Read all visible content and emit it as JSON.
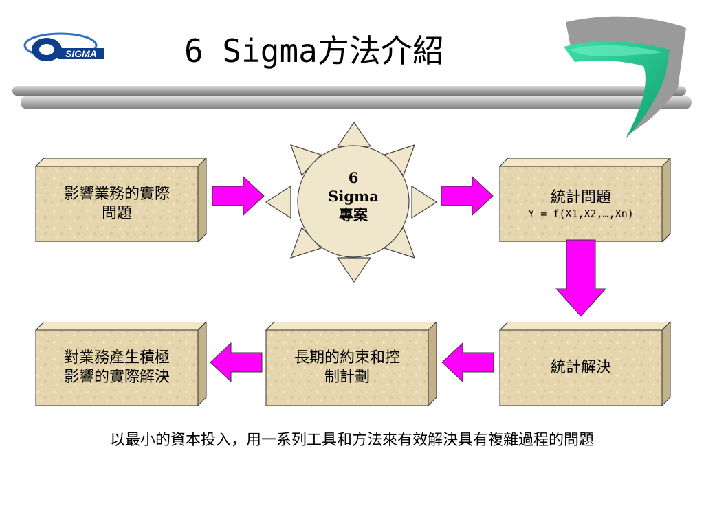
{
  "logo": {
    "text": "SIGMA"
  },
  "title": "6 Sigma方法介紹",
  "center": {
    "line1": "6",
    "line2": "Sigma",
    "line3": "專案"
  },
  "boxes": {
    "problem": {
      "line1": "影響業務的實際",
      "line2": "問題"
    },
    "stat_problem": {
      "line1": "統計問題",
      "formula": "Y = f(X1,X2,…,Xn)"
    },
    "stat_solution": {
      "line1": "統計解決"
    },
    "control": {
      "line1": "長期的約束和控",
      "line2": "制計劃"
    },
    "impact": {
      "line1": "對業務產生積極",
      "line2": "影響的實際解決"
    }
  },
  "summary": "以最小的資本投入，用一系列工具和方法來有效解決具有複雜過程的問題",
  "colors": {
    "arrow": "#FF00FF",
    "box_face": "#E8D9B2",
    "box_side": "#C4B28C",
    "box_top": "#F3E7C8",
    "sun": "#F0E6CC",
    "logo_blue": "#0D3E8C",
    "boomerang_green": "#17B784"
  }
}
